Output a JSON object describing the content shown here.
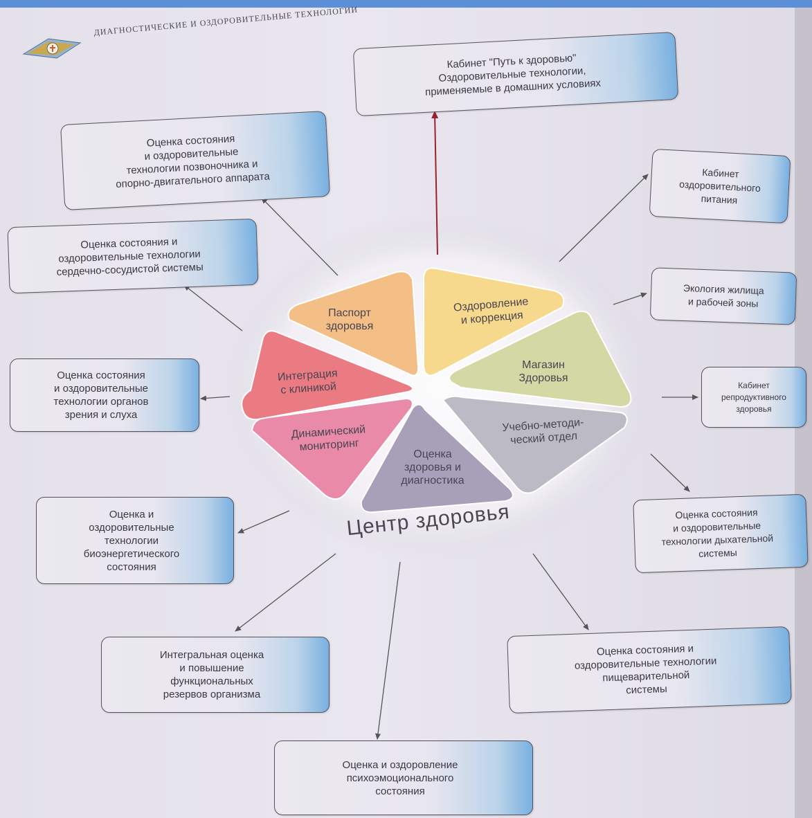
{
  "header": {
    "running_title": "ДИАГНОСТИЧЕСКИЕ И ОЗДОРОВИТЕЛЬНЫЕ ТЕХНОЛОГИИ",
    "logo_icon": "book-logo-icon"
  },
  "center": {
    "title": "Центр здоровья",
    "segments": [
      {
        "label": "Паспорт\nздоровья",
        "color": "#f4bf86"
      },
      {
        "label": "Оздоровление\nи коррекция",
        "color": "#f6d98c"
      },
      {
        "label": "Магазин\nЗдоровья",
        "color": "#d4d8a4"
      },
      {
        "label": "Учебно-методи-\nческий отдел",
        "color": "#bcbac4"
      },
      {
        "label": "Оценка\nздоровья и\nдиагностика",
        "color": "#a8a0b8"
      },
      {
        "label": "Динамический\nмониторинг",
        "color": "#e88aa8"
      },
      {
        "label": "Интеграция\nс клиникой",
        "color": "#ea7b82"
      }
    ]
  },
  "boxes": {
    "top": "Кабинет \"Путь к здоровью\"\nОздоровительные технологии,\nприменяемые в домашних условиях",
    "spine": "Оценка состояния\nи оздоровительные\nтехнологии позвоночника и\nопорно-двигательного аппарата",
    "cardio": "Оценка состояния и\nоздоровительные технологии\nсердечно-сосудистой системы",
    "vision": "Оценка состояния\nи оздоровительные\nтехнологии органов\nзрения и слуха",
    "bioenergy": "Оценка и\nоздоровительные\nтехнологии\nбиоэнергетического\nсостояния",
    "reserves": "Интегральная оценка\nи повышение\nфункциональных\nрезервов организма",
    "psycho": "Оценка и оздоровление\nпсихоэмоционального\nсостояния",
    "digestive": "Оценка состояния и\nоздоровительные технологии\nпищеварительной\nсистемы",
    "respiratory": "Оценка состояния\nи оздоровительные\nтехнологии дыхательной\nсистемы",
    "reproductive": "Кабинет\nрепродуктивного\nздоровья",
    "ecology": "Экология жилища\nи рабочей зоны",
    "nutrition": "Кабинет\nоздоровительного\nпитания"
  }
}
